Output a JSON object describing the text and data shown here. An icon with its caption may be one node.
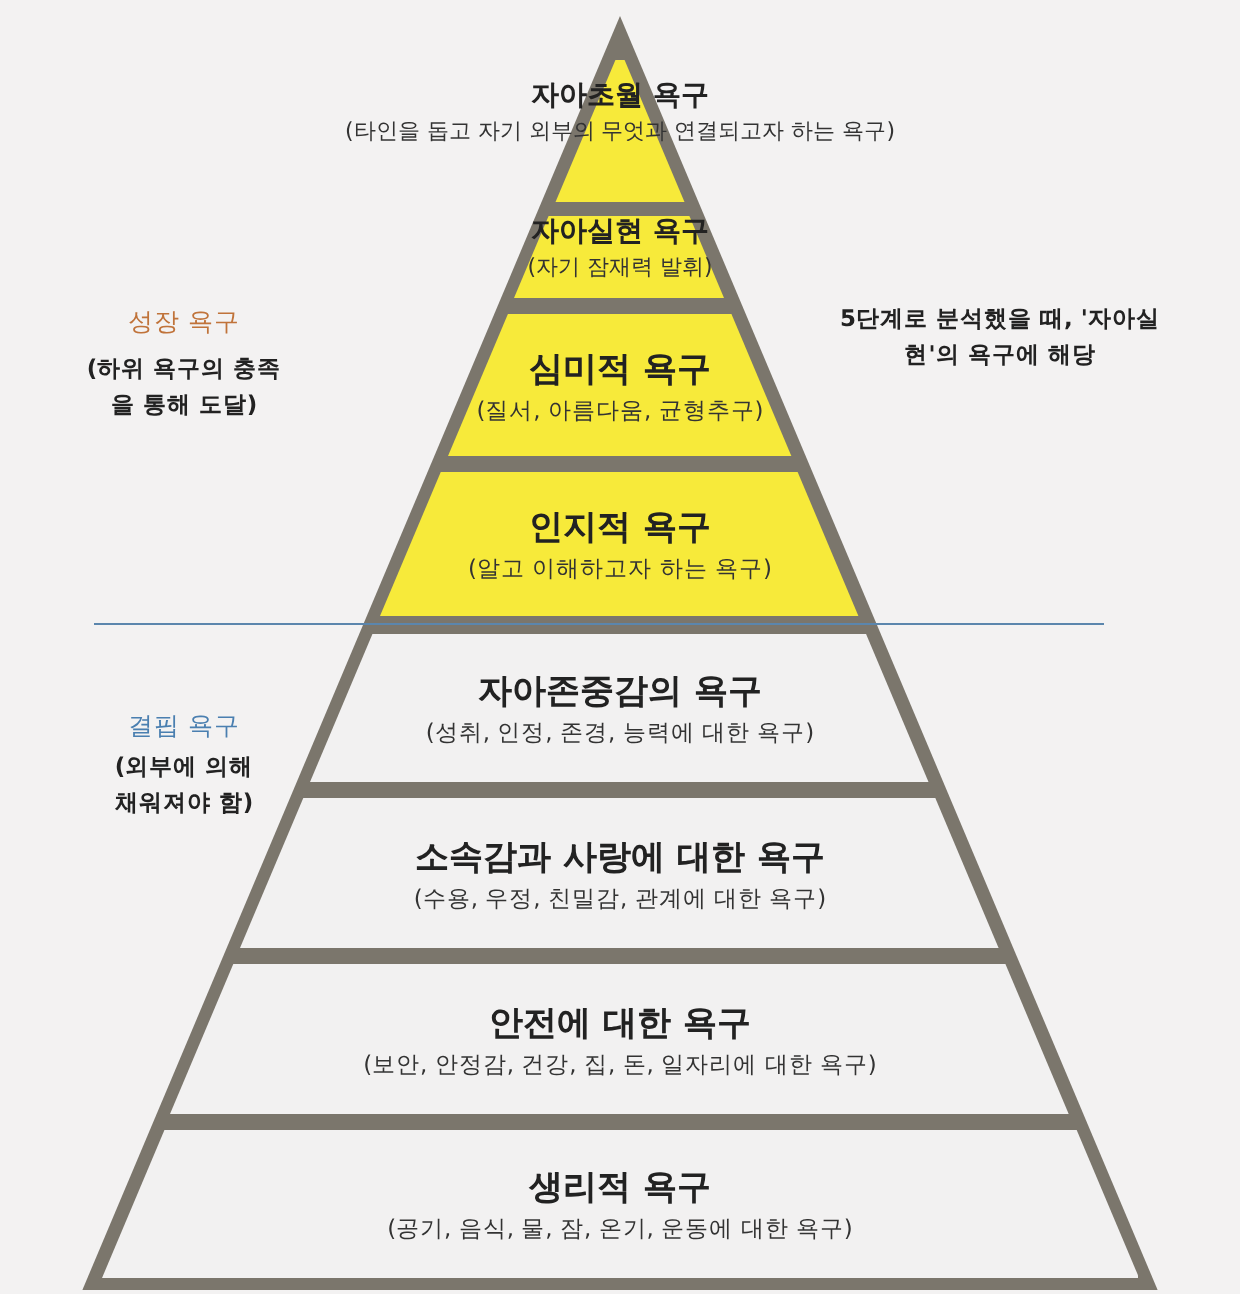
{
  "diagram": {
    "nodes": [
      {
        "text": [
          "자아초월 욕구",
          "(타인을 돕고 자기 외부의 무엇과 연결되고자 하는 욕구)"
        ]
      },
      {
        "text": [
          "자아실현 욕구",
          "(자기 잠재력 발휘)"
        ]
      },
      {
        "text": [
          "심미적 욕구",
          "(질서, 아름다움, 균형추구)"
        ]
      },
      {
        "text": [
          "인지적 욕구",
          "(알고 이해하고자 하는 욕구)"
        ]
      },
      {
        "text": [
          "자아존중감의 욕구",
          "(성취, 인정, 존경, 능력에 대한 욕구)"
        ]
      },
      {
        "text": [
          "소속감과 사랑에 대한 욕구",
          "(수용, 우정, 친밀감, 관계에 대한 욕구)"
        ]
      },
      {
        "text": [
          "안전에 대한 욕구",
          "(보안, 안정감, 건강, 집, 돈, 일자리에 대한 욕구)"
        ]
      },
      {
        "text": [
          "생리적 욕구",
          "(공기, 음식, 물, 잠, 온기, 운동에 대한 욕구)"
        ]
      }
    ],
    "edges": [],
    "labels": [
      "성장 욕구",
      "(하위 욕구의 충족을 통해 도달)",
      "5단계로 분석했을 때, '자아실현'의 욕구에 해당",
      "결핍 욕구",
      "(외부에 의해 채워져야 함)"
    ]
  }
}
